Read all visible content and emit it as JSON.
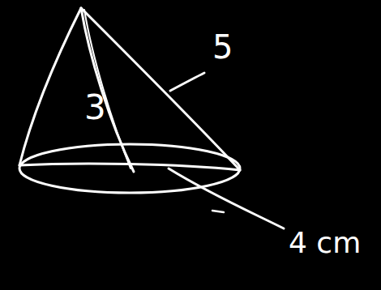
{
  "diagram": {
    "labels": [
      "3",
      "5",
      "4 cm"
    ]
  }
}
